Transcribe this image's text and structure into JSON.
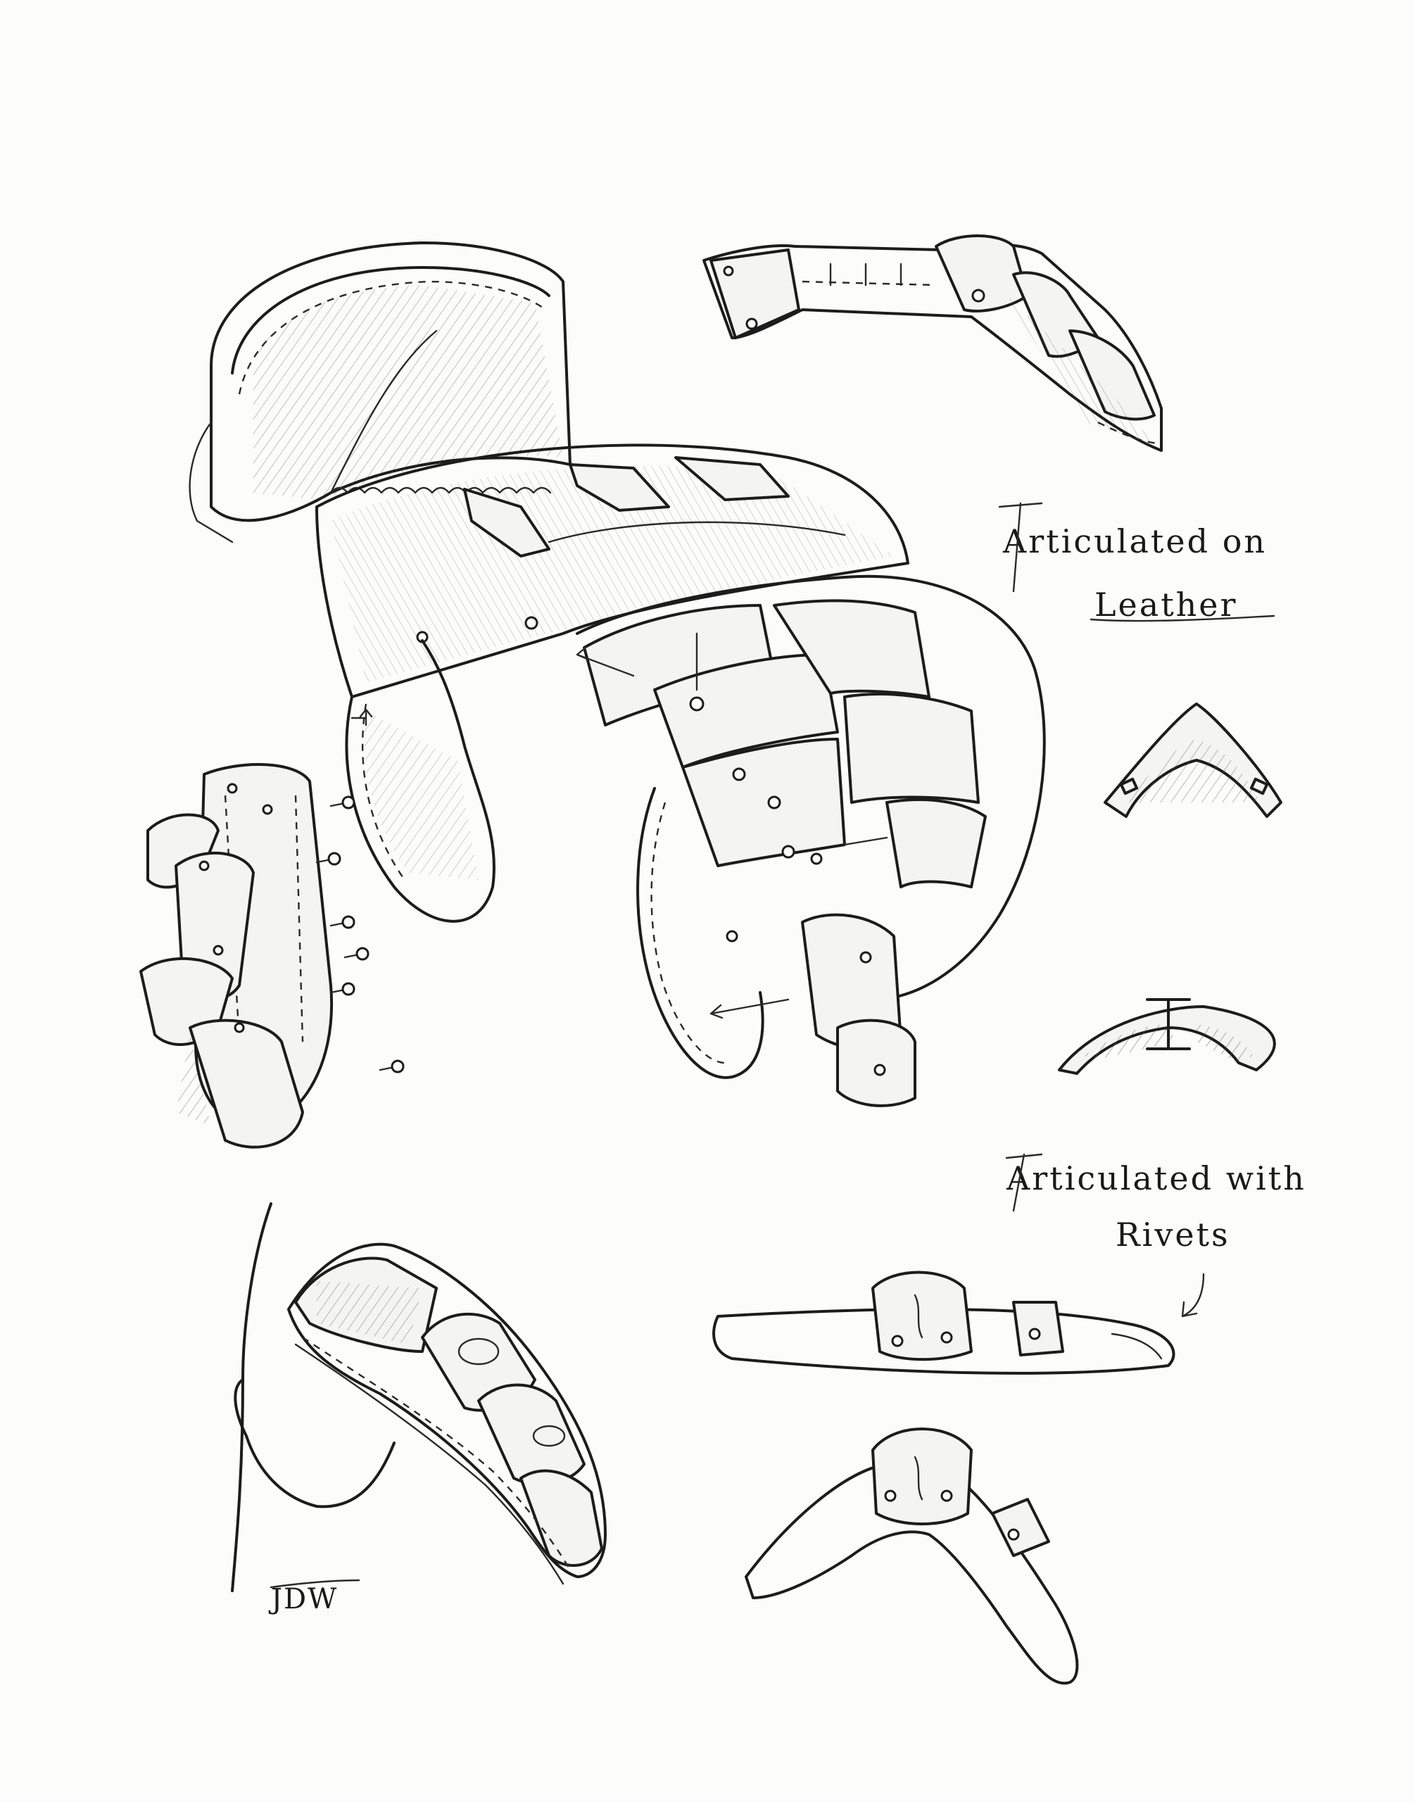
{
  "annotations": {
    "leather_line1": "Articulated on",
    "leather_line2": "Leather",
    "rivets_line1": "Articulated with",
    "rivets_line2": "Rivets"
  },
  "signature": "JDW"
}
